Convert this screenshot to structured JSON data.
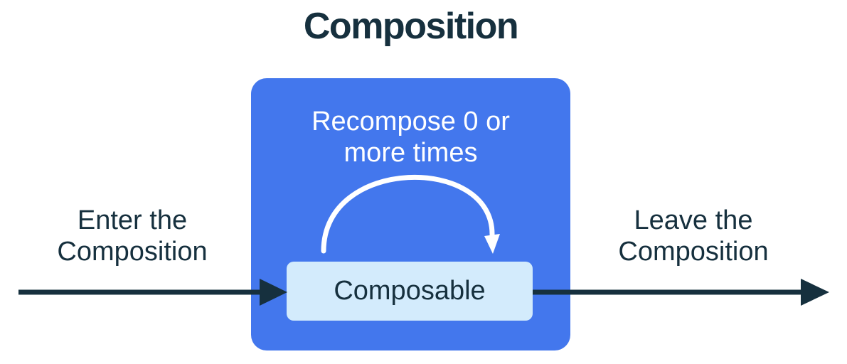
{
  "title": "Composition",
  "composition_box": {
    "recompose_label": "Recompose 0 or more times",
    "composable_label": "Composable"
  },
  "flow_labels": {
    "enter": "Enter the Composition",
    "leave": "Leave the Composition"
  },
  "icons": {
    "recompose_arrow": "curved-loop-arrow pointing down onto Composable",
    "enter_arrow": "horizontal right-arrow into Composable",
    "leave_arrow": "horizontal right-arrow out of Composition"
  },
  "colors": {
    "navy": "#16303e",
    "blue": "#4377ed",
    "light_blue": "#d3ebfc",
    "white": "#ffffff",
    "background": "#ffffff"
  }
}
